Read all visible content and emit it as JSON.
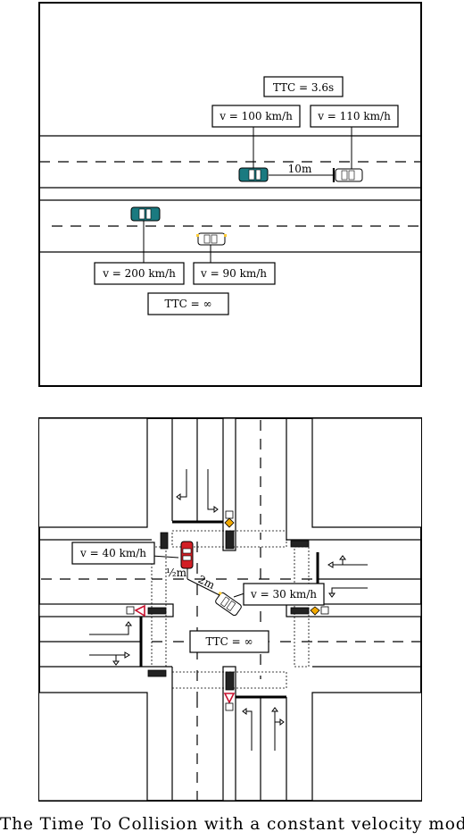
{
  "highway": {
    "ttc_same": "TTC = 3.6s",
    "v_car1": "v = 100 km/h",
    "v_car2": "v = 110 km/h",
    "gap": "10m",
    "v_car3": "v = 200 km/h",
    "v_car4": "v = 90 km/h",
    "ttc_opposite": "TTC = ∞"
  },
  "intersection": {
    "v_red": "v = 40 km/h",
    "v_white": "v = 30 km/h",
    "dist_red": "½m",
    "dist_white": "2m",
    "ttc": "TTC = ∞"
  },
  "caption": "The Time To Collision with a constant velocity mod",
  "colors": {
    "teal_car": "#1a7a80",
    "white_car": "#ffffff",
    "red_car": "#d21f26",
    "yield_sign": "#c8102e",
    "diamond_sign": "#f2a900",
    "turn_signal": "#ffcc33"
  }
}
